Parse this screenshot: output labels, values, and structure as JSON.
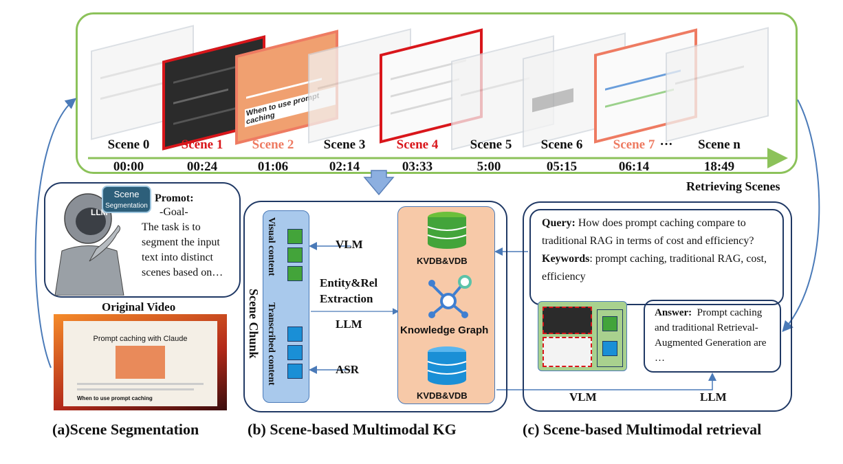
{
  "scenes": [
    {
      "label": "Scene 0",
      "time": "00:00",
      "style": "normal"
    },
    {
      "label": "Scene 1",
      "time": "00:24",
      "style": "red"
    },
    {
      "label": "Scene 2",
      "time": "01:06",
      "style": "pink"
    },
    {
      "label": "Scene 3",
      "time": "02:14",
      "style": "normal"
    },
    {
      "label": "Scene 4",
      "time": "03:33",
      "style": "red"
    },
    {
      "label": "Scene 5",
      "time": "5:00",
      "style": "normal"
    },
    {
      "label": "Scene 6",
      "time": "05:15",
      "style": "normal"
    },
    {
      "label": "Scene 7",
      "time": "06:14",
      "style": "pink"
    },
    {
      "label": "Scene n",
      "time": "18:49",
      "style": "normal"
    }
  ],
  "ellipsis": "···",
  "frame_text": {
    "prompt_caching": "When to use prompt caching"
  },
  "retrieving_scenes": "Retrieving Scenes",
  "panel_a": {
    "bubble_line1": "Scene",
    "bubble_line2": "Segmentation",
    "llm_tag": "LLM",
    "prompt_title": "Promot:",
    "prompt_goal": "-Goal-",
    "prompt_body": "The task is to segment the input text into distinct scenes based on…",
    "original_video": "Original Video",
    "screen_title": "Prompt caching with Claude",
    "screen_footer": "When to use prompt caching",
    "caption": "(a)Scene Segmentation"
  },
  "panel_b": {
    "scene_chunk": "Scene Chunk",
    "visual_content": "Visual content",
    "transcribed_content": "Transcribed content",
    "vlm": "VLM",
    "asr": "ASR",
    "entity": "Entity&Rel",
    "extraction": "Extraction",
    "llm": "LLM",
    "kvdb_top": "KVDB&VDB",
    "kg": "Knowledge Graph",
    "kvdb_bottom": "KVDB&VDB",
    "caption": "(b) Scene-based Multimodal KG"
  },
  "panel_c": {
    "query_label": "Query:",
    "query_text": "How does prompt caching compare to traditional RAG in terms of cost and  efficiency?",
    "keywords_label": "Keywords",
    "keywords_text": ":  prompt caching, traditional RAG, cost, efficiency",
    "answer_label": "Answer:",
    "answer_text": "Prompt caching and traditional Retrieval-Augmented Generation are …",
    "vlm": "VLM",
    "llm": "LLM",
    "caption": "(c) Scene-based Multimodal retrieval"
  },
  "colors": {
    "green": "#8cc25a",
    "red": "#d9161b",
    "pink": "#ee7b62",
    "navy": "#1f3864",
    "blue": "#4a7ab8"
  }
}
